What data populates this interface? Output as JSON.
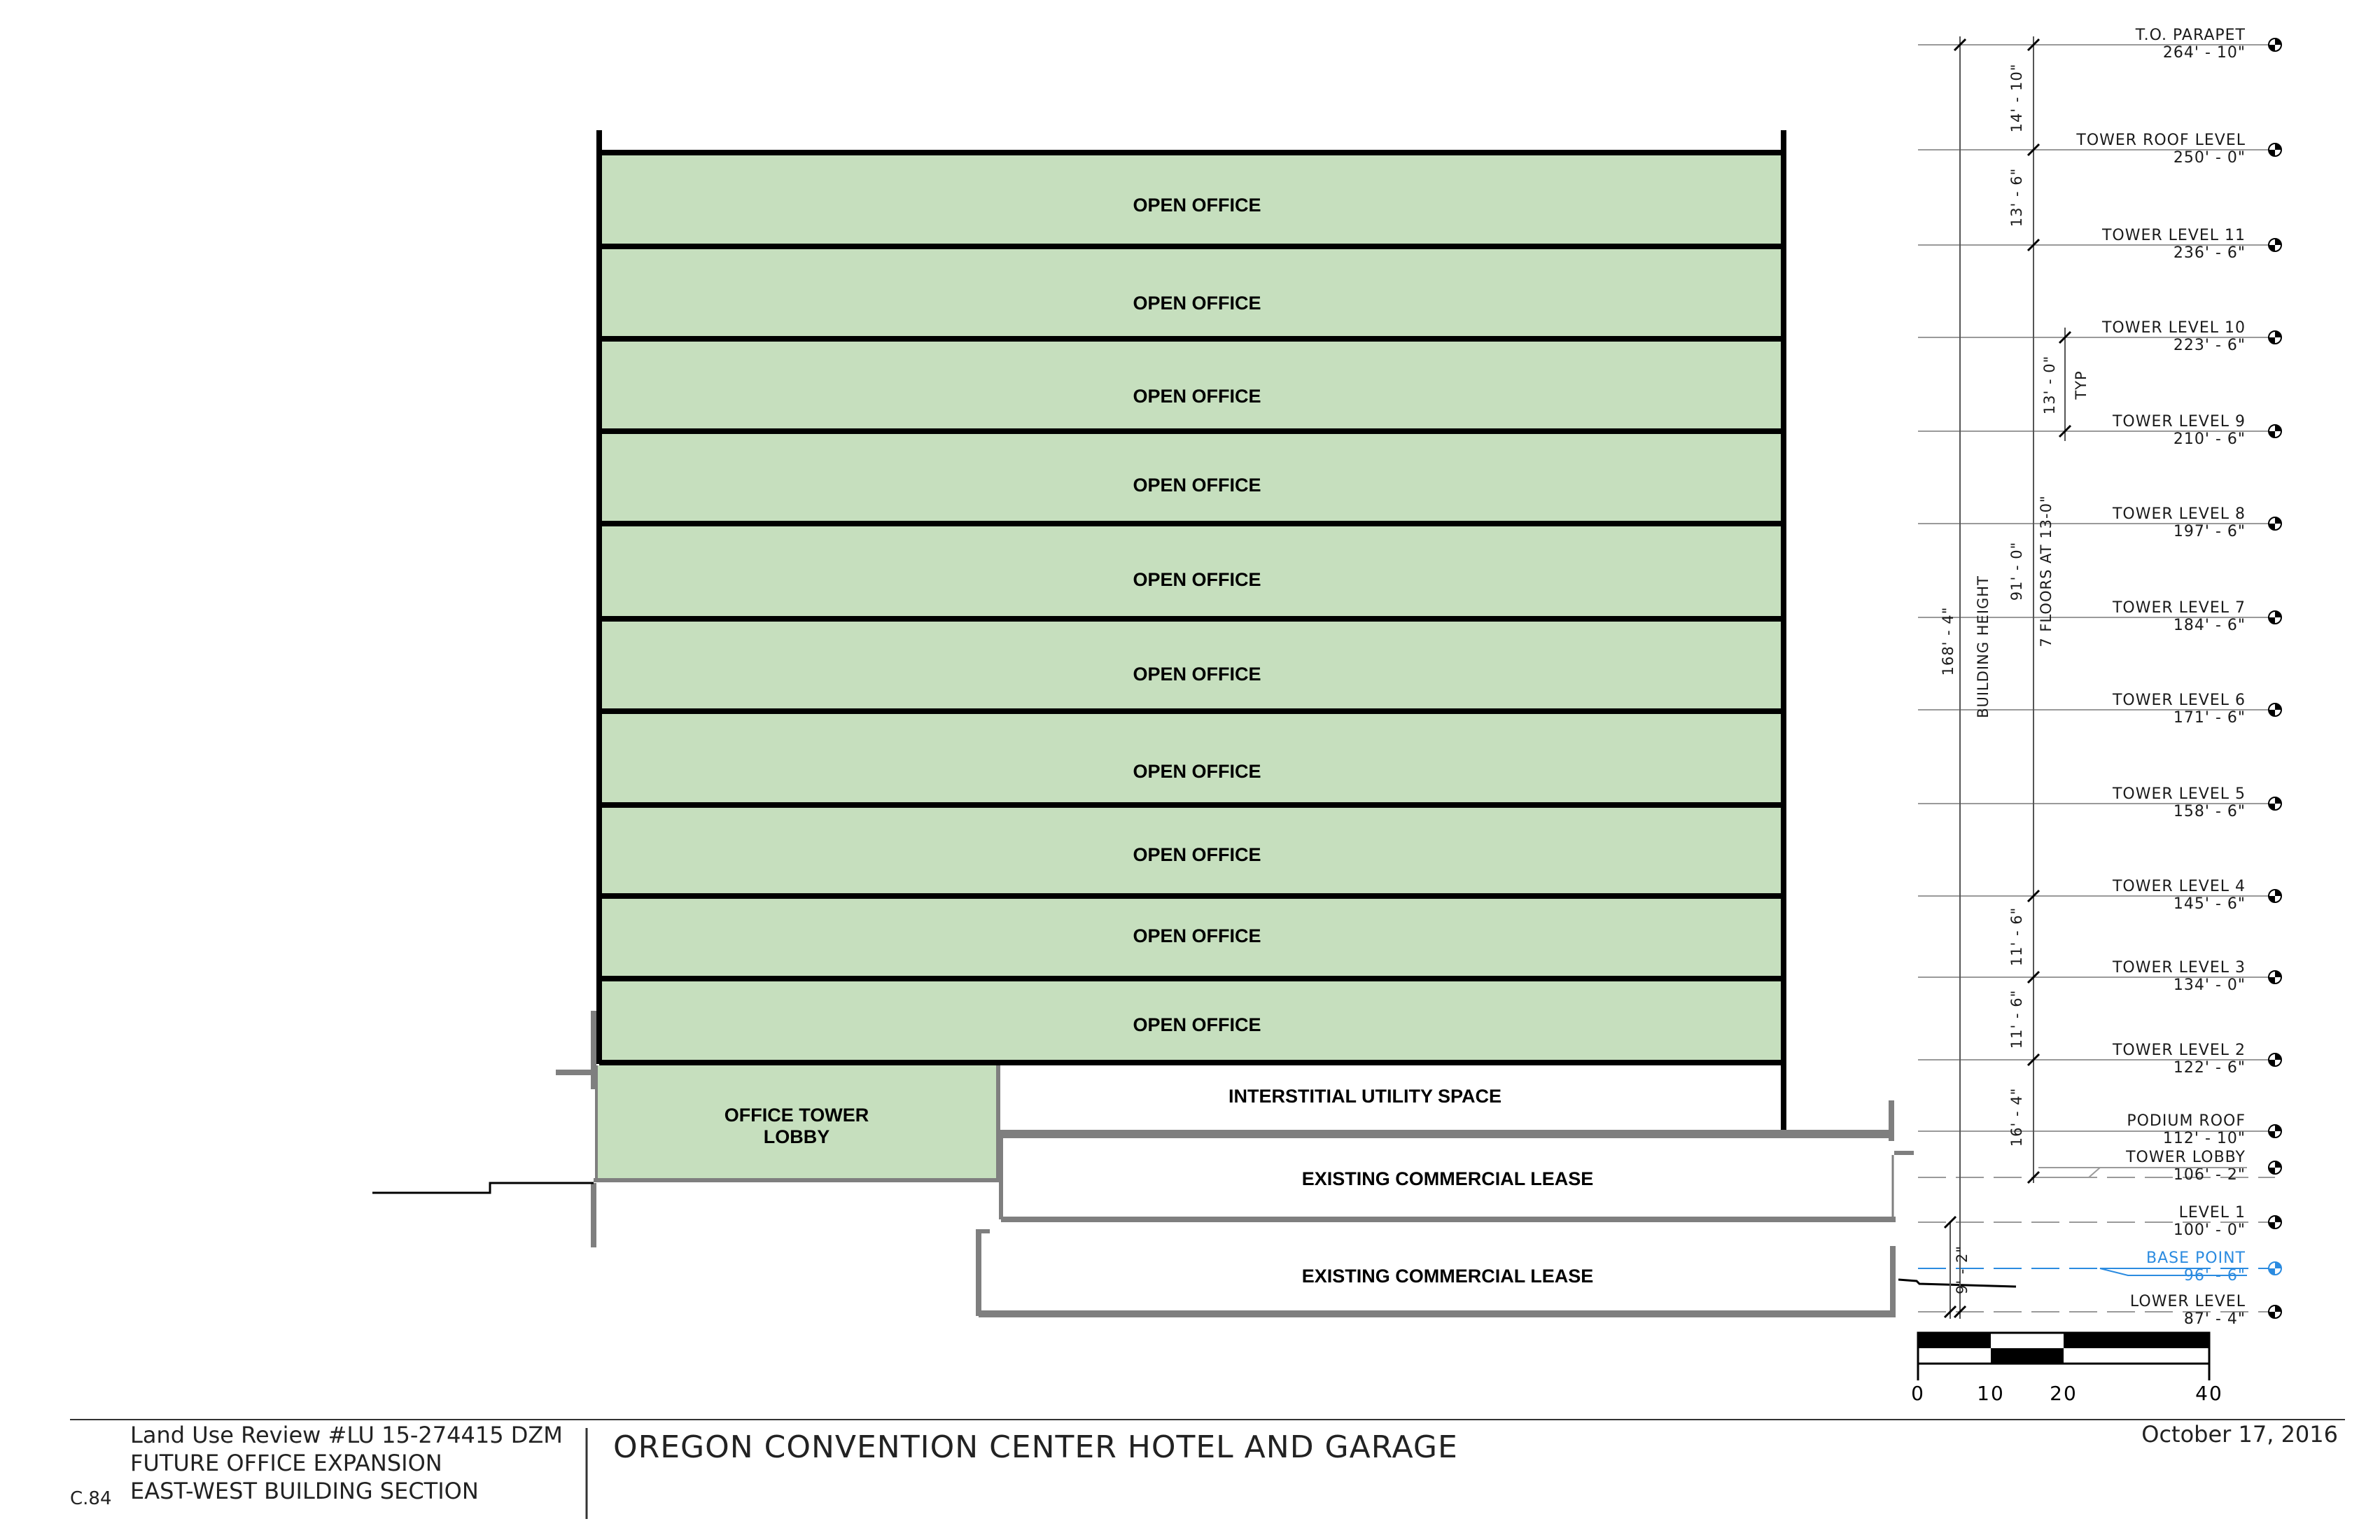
{
  "plan": {
    "office_floors": [
      "OPEN OFFICE",
      "OPEN OFFICE",
      "OPEN OFFICE",
      "OPEN OFFICE",
      "OPEN OFFICE",
      "OPEN OFFICE",
      "OPEN OFFICE",
      "OPEN OFFICE",
      "OPEN OFFICE",
      "OPEN OFFICE"
    ],
    "lobby_line1": "OFFICE TOWER",
    "lobby_line2": "LOBBY",
    "utility": "INTERSTITIAL UTILITY SPACE",
    "commercial_upper": "EXISTING COMMERCIAL LEASE",
    "commercial_lower": "EXISTING COMMERCIAL LEASE",
    "colors": {
      "office_fill": "#c6dfbe",
      "line": "#000000",
      "slab": "#7f7f7f",
      "base_point": "#2b8be0"
    }
  },
  "levels": [
    {
      "name": "T.O. PARAPET",
      "elev": "264' - 10\""
    },
    {
      "name": "TOWER ROOF LEVEL",
      "elev": "250' - 0\""
    },
    {
      "name": "TOWER LEVEL 11",
      "elev": "236' - 6\""
    },
    {
      "name": "TOWER LEVEL 10",
      "elev": "223' - 6\""
    },
    {
      "name": "TOWER LEVEL 9",
      "elev": "210' - 6\""
    },
    {
      "name": "TOWER LEVEL 8",
      "elev": "197' - 6\""
    },
    {
      "name": "TOWER LEVEL 7",
      "elev": "184' - 6\""
    },
    {
      "name": "TOWER LEVEL 6",
      "elev": "171' - 6\""
    },
    {
      "name": "TOWER LEVEL 5",
      "elev": "158' - 6\""
    },
    {
      "name": "TOWER LEVEL 4",
      "elev": "145' - 6\""
    },
    {
      "name": "TOWER LEVEL 3",
      "elev": "134' - 0\""
    },
    {
      "name": "TOWER LEVEL 2",
      "elev": "122' - 6\""
    },
    {
      "name": "PODIUM ROOF",
      "elev": "112' - 10\""
    },
    {
      "name": "TOWER LOBBY",
      "elev": "106' - 2\""
    },
    {
      "name": "LEVEL 1",
      "elev": "100' - 0\""
    },
    {
      "name": "BASE POINT",
      "elev": "96' - 6\""
    },
    {
      "name": "LOWER LEVEL",
      "elev": "87' - 4\""
    }
  ],
  "dimensions": {
    "parapet": "14' - 10\"",
    "roof": "13' - 6\"",
    "typ_floor": "13' - 0\"",
    "typ_label": "TYP",
    "floors_note": "7 FLOORS AT 13-0\"",
    "floors_total": "91' - 0\"",
    "building_height_label": "BUILDING HEIGHT",
    "building_height": "168' - 4\"",
    "level3": "11' - 6\"",
    "level2": "11' - 6\"",
    "podium": "16' - 4\"",
    "lower": "9' - 2\""
  },
  "scale": {
    "labels": [
      "0",
      "10",
      "20",
      "40"
    ]
  },
  "title_block": {
    "review": "Land Use Review #LU 15-274415 DZM",
    "line2": "FUTURE OFFICE EXPANSION",
    "line3": "EAST-WEST BUILDING SECTION",
    "sheet": "C.84",
    "project": "OREGON CONVENTION CENTER HOTEL AND GARAGE",
    "date": "October 17, 2016"
  }
}
